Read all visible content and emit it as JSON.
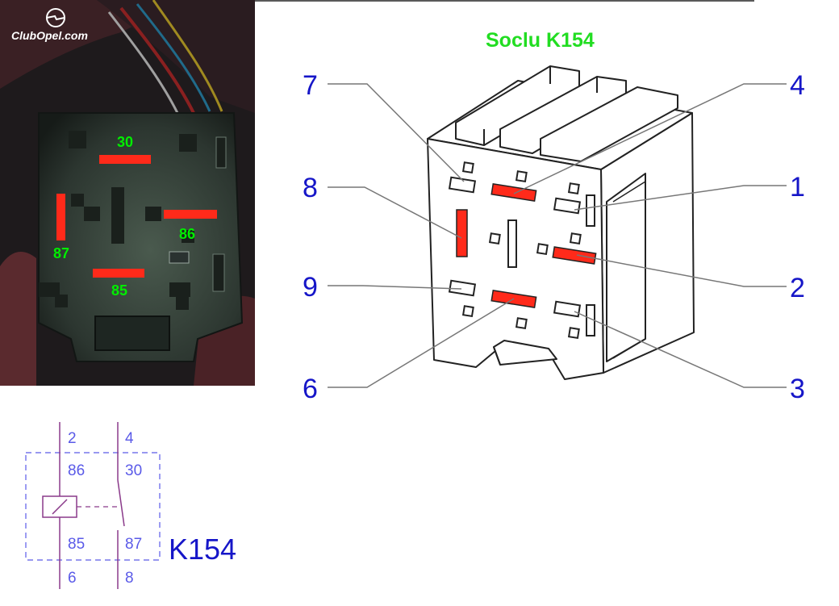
{
  "brand": {
    "logo_text": "ClubOpel.com"
  },
  "diagram_title": "Soclu K154",
  "photo_terminal_labels": [
    "30",
    "86",
    "87",
    "85"
  ],
  "socket_pins": [
    "7",
    "8",
    "9",
    "6",
    "4",
    "1",
    "2",
    "3"
  ],
  "schematic": {
    "top_pins": [
      "2",
      "4"
    ],
    "upper_terminals": [
      "86",
      "30"
    ],
    "lower_terminals": [
      "85",
      "87"
    ],
    "bottom_pins": [
      "6",
      "8"
    ],
    "relay_name": "K154"
  },
  "colors": {
    "label_green": "#00ee00",
    "title_green": "#22dd22",
    "pin_blue": "#1616c8",
    "terminal_red": "#ff2a1a",
    "schematic_blue": "#5a5ae8",
    "schematic_coil": "#8a3a8a"
  }
}
